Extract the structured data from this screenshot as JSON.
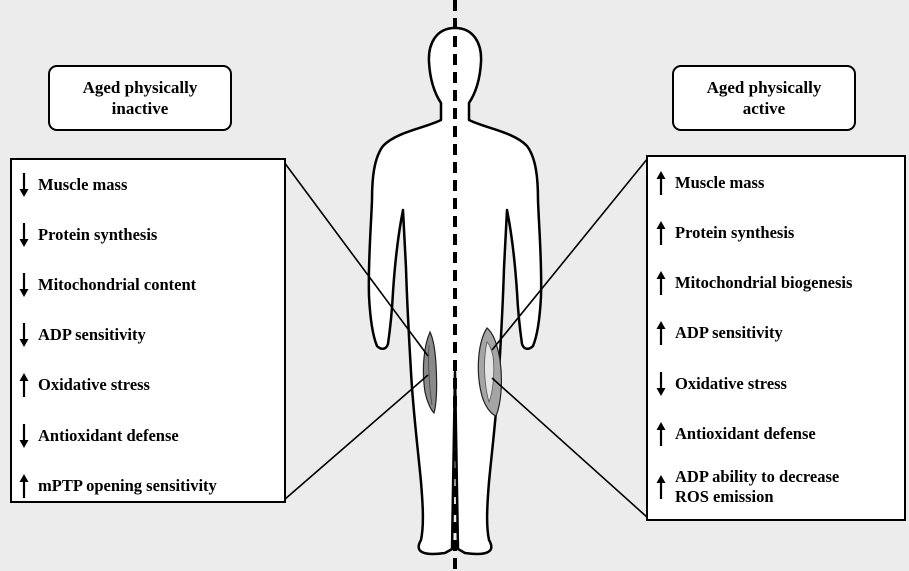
{
  "left": {
    "title_line1": "Aged physically",
    "title_line2": "inactive",
    "items": [
      {
        "direction": "down",
        "text": "Muscle mass"
      },
      {
        "direction": "down",
        "text": "Protein synthesis"
      },
      {
        "direction": "down",
        "text": "Mitochondrial content"
      },
      {
        "direction": "down",
        "text": "ADP sensitivity"
      },
      {
        "direction": "up",
        "text": "Oxidative stress"
      },
      {
        "direction": "down",
        "text": "Antioxidant defense"
      },
      {
        "direction": "up",
        "text": "mPTP opening sensitivity"
      }
    ]
  },
  "right": {
    "title_line1": "Aged physically",
    "title_line2": "active",
    "items": [
      {
        "direction": "up",
        "text": "Muscle mass"
      },
      {
        "direction": "up",
        "text": "Protein synthesis"
      },
      {
        "direction": "up",
        "text": "Mitochondrial biogenesis"
      },
      {
        "direction": "up",
        "text": "ADP sensitivity"
      },
      {
        "direction": "down",
        "text": "Oxidative stress"
      },
      {
        "direction": "up",
        "text": "Antioxidant defense"
      },
      {
        "direction": "up",
        "text": "ADP ability to decrease",
        "text2": "ROS emission"
      }
    ]
  },
  "colors": {
    "background": "#ececec",
    "silhouette": "#ffffff",
    "outline": "#000000",
    "muscle": "#8a8a8a"
  }
}
